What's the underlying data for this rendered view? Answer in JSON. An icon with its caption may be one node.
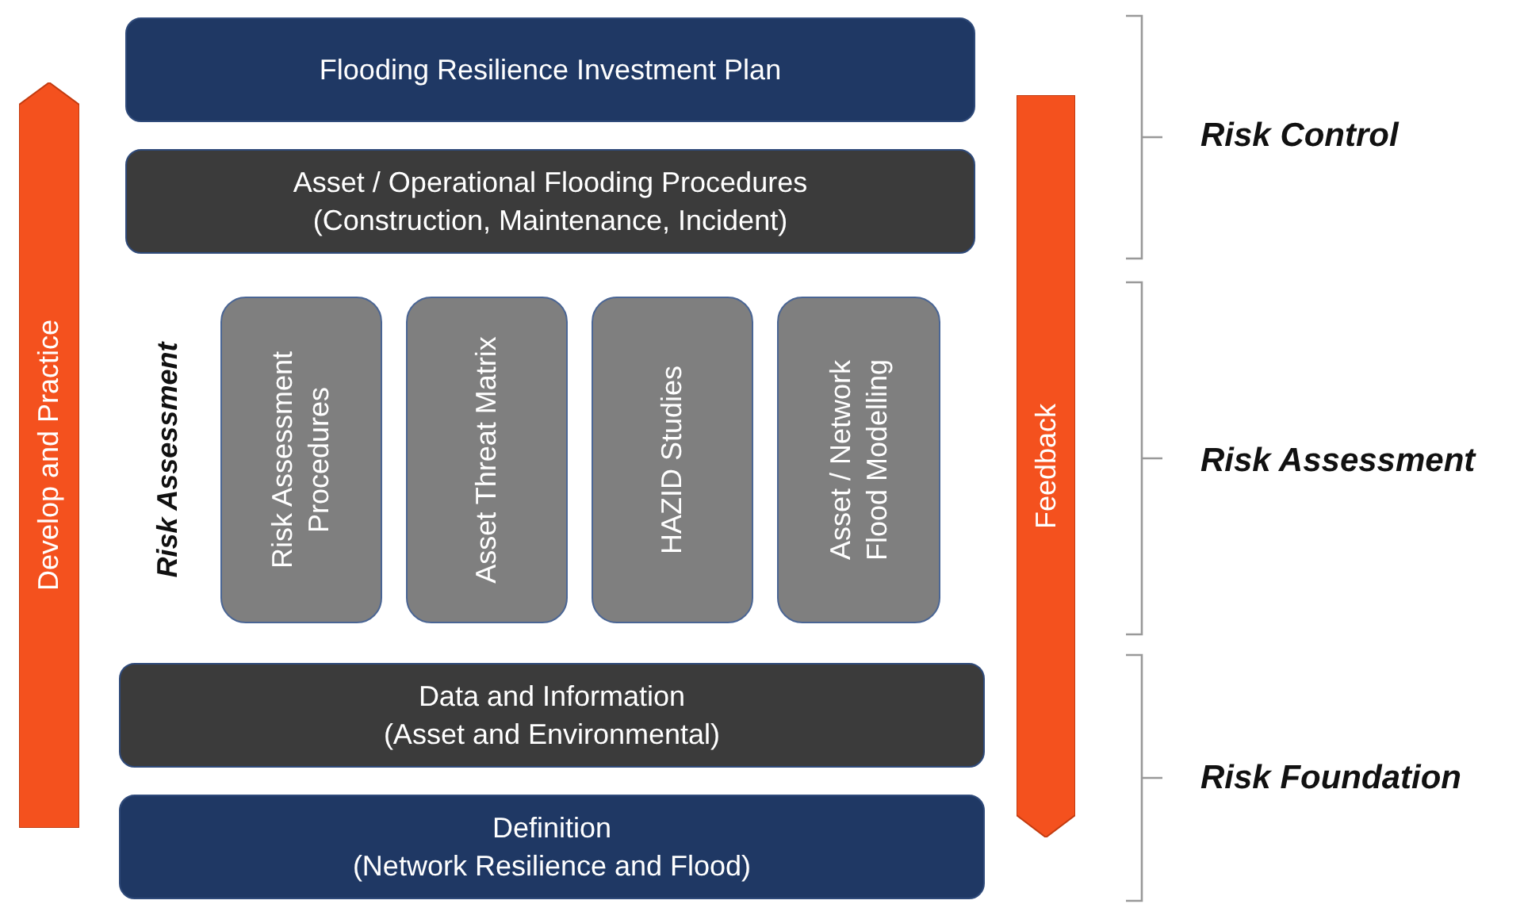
{
  "diagram": {
    "nodes": [
      {
        "text": [
          "Flooding Resilience Investment Plan"
        ]
      },
      {
        "text": [
          "Asset / Operational Flooding Procedures",
          "(Construction, Maintenance, Incident)"
        ]
      },
      {
        "text": [
          "Risk Assessment Procedures"
        ]
      },
      {
        "text": [
          "Asset Threat Matrix"
        ]
      },
      {
        "text": [
          "HAZID Studies"
        ]
      },
      {
        "text": [
          "Asset / Network Flood Modelling"
        ]
      },
      {
        "text": [
          "Data and Information",
          "(Asset and Environmental)"
        ]
      },
      {
        "text": [
          "Definition",
          "(Network Resilience and Flood)"
        ]
      },
      {
        "text": [
          "Develop and Practice"
        ]
      },
      {
        "text": [
          "Feedback"
        ]
      }
    ],
    "edges": [],
    "labels": [
      "Risk Assessment",
      "Risk Control",
      "Risk Assessment",
      "Risk Foundation"
    ]
  }
}
